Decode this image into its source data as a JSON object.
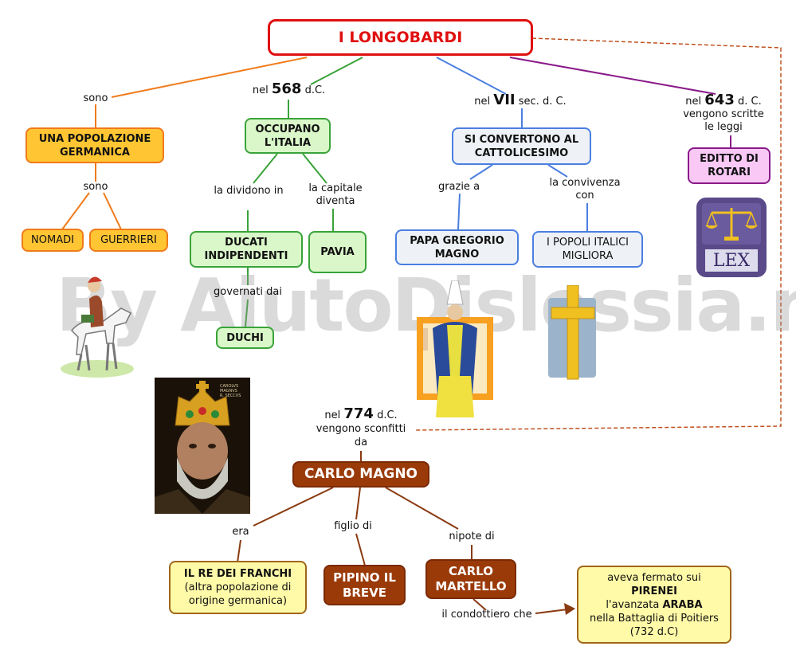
{
  "title": "I LONGOBARDI",
  "watermark": "By AiutoDislessia.net",
  "branches": {
    "popolazione": {
      "link_label": "sono",
      "node": "UNA POPOLAZIONE GERMANICA",
      "sub_label": "sono",
      "children": [
        "NOMADI",
        "GUERRIERI"
      ]
    },
    "italia": {
      "link_prefix": "nel",
      "link_year": "568",
      "link_suffix": "d.C.",
      "node": "OCCUPANO L'ITALIA",
      "left_label": "la dividono in",
      "right_label": "la capitale diventa",
      "left_node": "DUCATI INDIPENDENTI",
      "right_node": "PAVIA",
      "ducati_label": "governati dai",
      "ducati_child": "DUCHI"
    },
    "cattolicesimo": {
      "link_prefix": "nel",
      "link_year": "VII",
      "link_suffix": "sec. d. C.",
      "node": "SI CONVERTONO AL CATTOLICESIMO",
      "left_label": "grazie a",
      "right_label": "la convivenza con",
      "left_node": "PAPA GREGORIO MAGNO",
      "right_node": "I POPOLI ITALICI MIGLIORA"
    },
    "leggi": {
      "link_prefix": "nel",
      "link_year": "643",
      "link_suffix": "d. C.",
      "link_rest": "vengono scritte le leggi",
      "node": "EDITTO DI ROTARI",
      "lex_text": "LEX"
    }
  },
  "sconfitta": {
    "prefix": "nel",
    "year": "774",
    "suffix": "d.C.",
    "rest_line1": "vengono sconfitti",
    "rest_line2": "da",
    "crown_text": "CAROLVS MAGNVS\nR. SECCVS",
    "node": "CARLO MAGNO",
    "era_label": "era",
    "figlio_label": "figlio di",
    "nipote_label": "nipote di",
    "re_line1": "IL RE DEI FRANCHI",
    "re_line2": "(altra popolazione di origine germanica)",
    "pipino": "PIPINO IL BREVE",
    "martello": "CARLO MARTELLO",
    "condottiero_label": "il condottiero che",
    "pirenei_l1": "aveva fermato sui",
    "pirenei_l2": "PIRENEI",
    "pirenei_l3a": "l'avanzata",
    "pirenei_l3b": "ARABA",
    "pirenei_l4": "nella Battaglia di Poitiers",
    "pirenei_l5": "(732 d.C)"
  },
  "colors": {
    "title": "#e01010",
    "orange_line": "#f07a1a",
    "green_line": "#3aa33a",
    "blue_line": "#4a7fe0",
    "purple_line": "#8a1a8a",
    "brown_line": "#8a3a10"
  }
}
